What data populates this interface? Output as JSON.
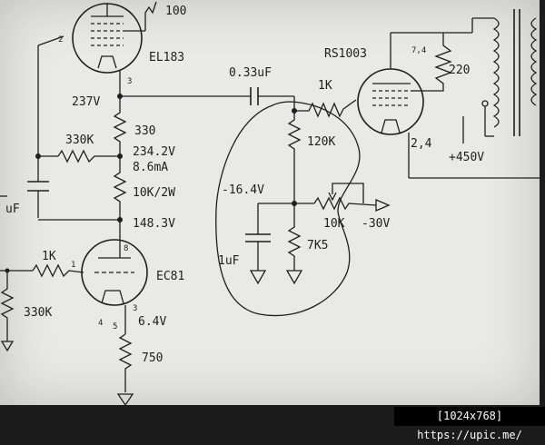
{
  "labels": {
    "r_100": "100",
    "tube1": "EL183",
    "pin_2": "2",
    "pin_3a": "3",
    "v_237": "237V",
    "cap_033": "0.33uF",
    "r_1k_top": "1K",
    "tube_rs": "RS1003",
    "pin_74": "7,4",
    "r_220": "220",
    "r_330": "330",
    "r_330k_top": "330K",
    "v_2342": "234.2V",
    "i_86": "8.6mA",
    "r_120k": "120K",
    "pin_24": "2,4",
    "v_450": "+450V",
    "v_164": "-16.4V",
    "r_10k2w": "10K/2W",
    "cap_uf": "uF",
    "v_1483": "148.3V",
    "pot_10k": "10K",
    "v_m30": "-30V",
    "r_7k5": "7K5",
    "cap_1uf": "1uF",
    "r_1k_low": "1K",
    "pin_8": "8",
    "tube2": "EC81",
    "pin_1": "1",
    "r_330k_low": "330K",
    "pin_3b": "3",
    "pin_4": "4",
    "pin_5": "5",
    "v_64": "6.4V",
    "r_750": "750"
  },
  "watermark": "[1024x768] https://upic.me/"
}
